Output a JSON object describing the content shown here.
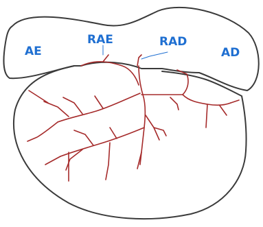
{
  "labels": {
    "left_atrium": "AE",
    "left_atrial_branch": "RAE",
    "right_atrial_branch": "RAD",
    "right_atrium": "AD"
  },
  "colors": {
    "label": "#1f6fd1",
    "outline": "#3a3a3a",
    "vessel": "#a52a2a",
    "background": "#ffffff"
  }
}
